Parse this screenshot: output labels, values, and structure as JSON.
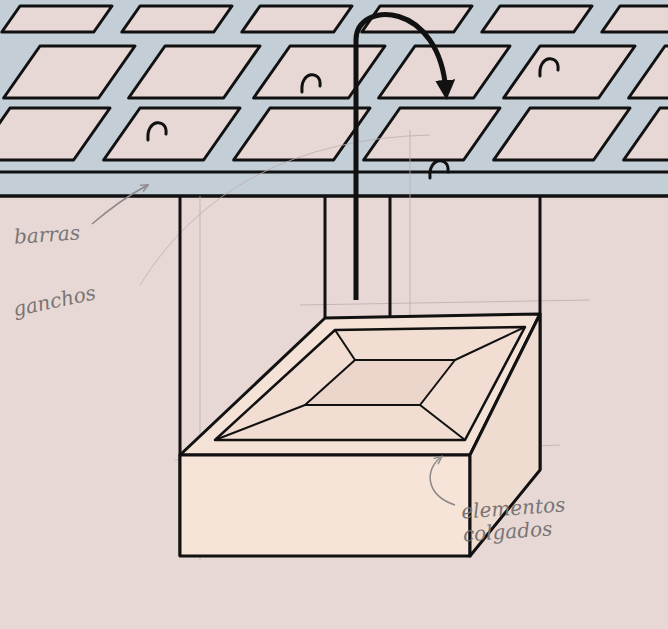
{
  "diagram": {
    "labels": [
      "barras",
      "ganchos",
      "elementos colgados"
    ]
  }
}
